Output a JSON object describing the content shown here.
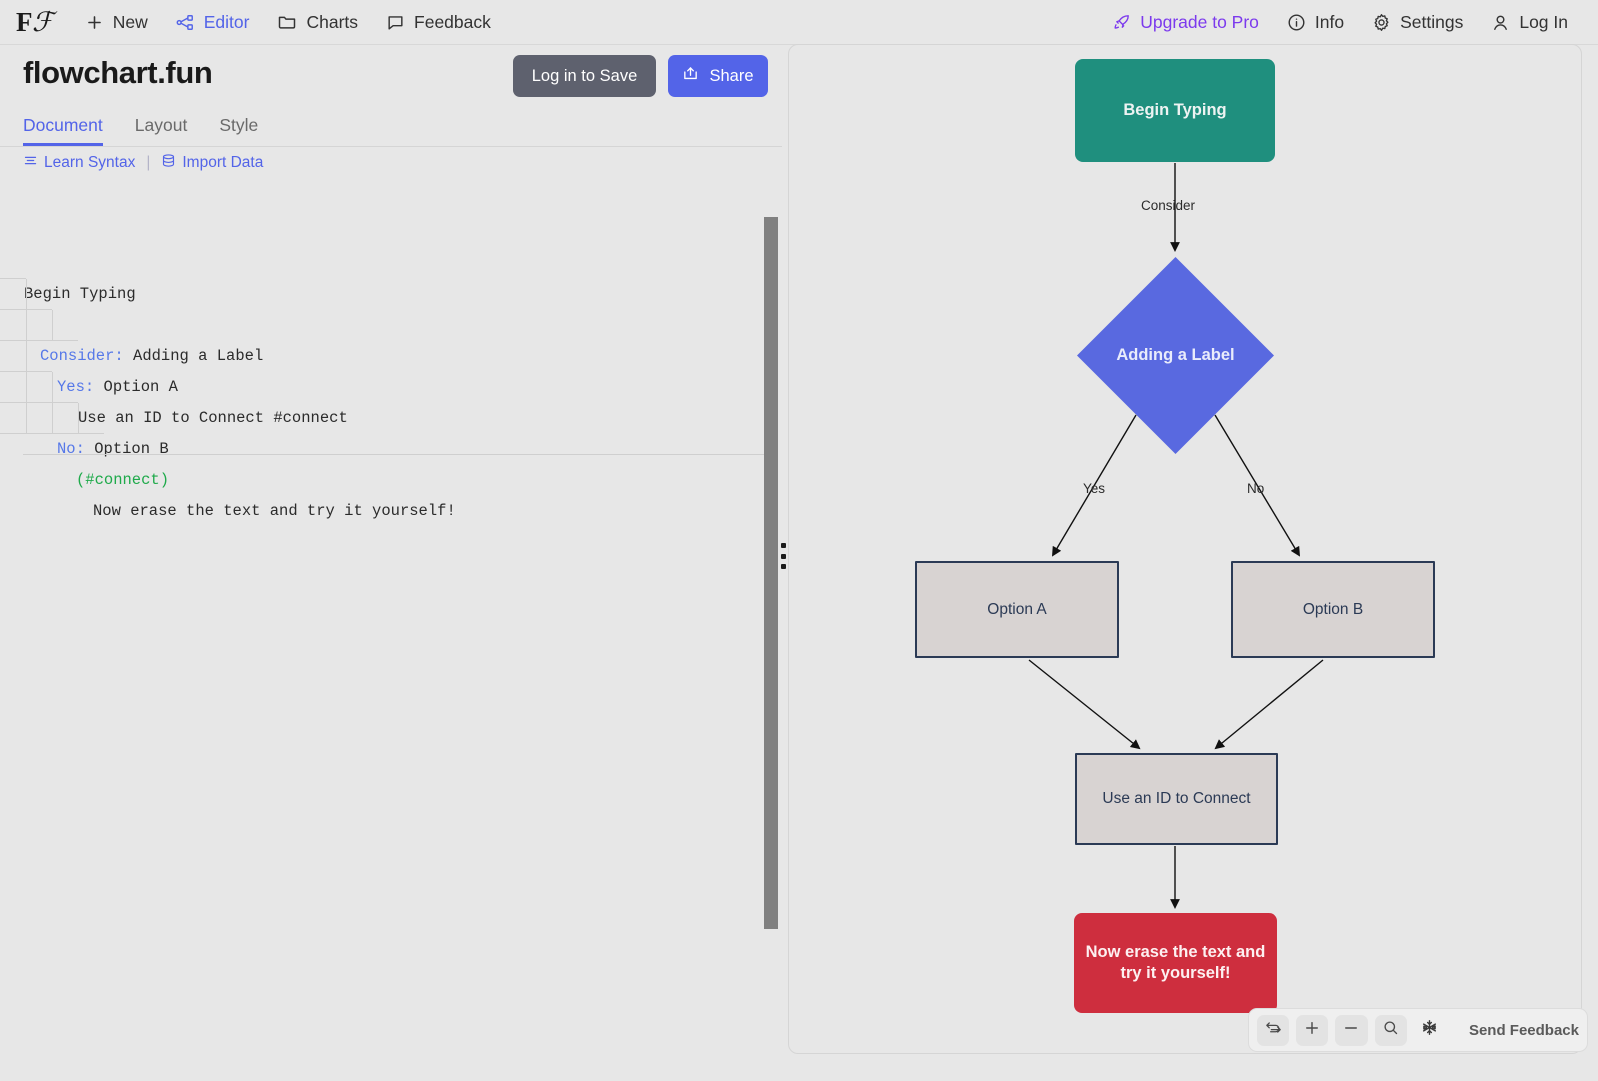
{
  "topnav": {
    "logo": "FF",
    "left_items": [
      {
        "label": "New",
        "icon": "plus-icon",
        "active": false
      },
      {
        "label": "Editor",
        "icon": "graph-icon",
        "active": true
      },
      {
        "label": "Charts",
        "icon": "folder-icon",
        "active": false
      },
      {
        "label": "Feedback",
        "icon": "chat-icon",
        "active": false
      }
    ],
    "right_items": [
      {
        "label": "Upgrade to Pro",
        "icon": "rocket-icon"
      },
      {
        "label": "Info",
        "icon": "info-icon"
      },
      {
        "label": "Settings",
        "icon": "gear-icon"
      },
      {
        "label": "Log In",
        "icon": "user-icon"
      }
    ]
  },
  "document": {
    "title": "flowchart.fun",
    "save_label": "Log in to Save",
    "share_label": "Share",
    "tabs": [
      {
        "label": "Document",
        "active": true
      },
      {
        "label": "Layout",
        "active": false
      },
      {
        "label": "Style",
        "active": false
      }
    ],
    "sublinks": [
      {
        "label": "Learn Syntax",
        "icon": "list-icon"
      },
      {
        "label": "Import Data",
        "icon": "database-icon"
      }
    ],
    "sublink_separator": "|"
  },
  "editor": {
    "lines": [
      {
        "indent": 0,
        "text": "Begin Typing",
        "keyword": "",
        "kind": "plain"
      },
      {
        "indent": 1,
        "text": "Adding a Label",
        "keyword": "Consider:",
        "kind": "keyword"
      },
      {
        "indent": 2,
        "text": "Option A",
        "keyword": "Yes:",
        "kind": "keyword"
      },
      {
        "indent": 3,
        "text": "Use an ID to Connect #connect",
        "keyword": "",
        "kind": "plain"
      },
      {
        "indent": 2,
        "text": "Option B",
        "keyword": "No:",
        "kind": "keyword"
      },
      {
        "indent": 3,
        "text": "(#connect)",
        "keyword": "",
        "kind": "id"
      },
      {
        "indent": 4,
        "text": "Now erase the text and try it yourself!",
        "keyword": "",
        "kind": "plain"
      },
      {
        "indent": 0,
        "text": "",
        "keyword": "",
        "kind": "plain"
      }
    ]
  },
  "chart_data": {
    "type": "flowchart",
    "nodes": [
      {
        "id": "start",
        "label": "Begin Typing",
        "shape": "rounded-rect",
        "fill": "#1f8f7e",
        "text_color": "#edf3f2"
      },
      {
        "id": "decide",
        "label": "Adding a Label",
        "shape": "diamond",
        "fill": "#5969e0",
        "text_color": "#e9ecfb"
      },
      {
        "id": "optA",
        "label": "Option A",
        "shape": "rect",
        "fill": "#d8d3d2",
        "text_color": "#2b3a55"
      },
      {
        "id": "optB",
        "label": "Option B",
        "shape": "rect",
        "fill": "#d8d3d2",
        "text_color": "#2b3a55"
      },
      {
        "id": "connect",
        "label": "Use an ID to Connect",
        "shape": "rect",
        "fill": "#d8d3d2",
        "text_color": "#2b3a55"
      },
      {
        "id": "end",
        "label": "Now erase the text and try it yourself!",
        "shape": "rounded-rect",
        "fill": "#ce2e3e",
        "text_color": "#fdf0f1"
      }
    ],
    "edges": [
      {
        "from": "start",
        "to": "decide",
        "label": "Consider"
      },
      {
        "from": "decide",
        "to": "optA",
        "label": "Yes"
      },
      {
        "from": "decide",
        "to": "optB",
        "label": "No"
      },
      {
        "from": "optA",
        "to": "connect",
        "label": ""
      },
      {
        "from": "optB",
        "to": "connect",
        "label": ""
      },
      {
        "from": "connect",
        "to": "end",
        "label": ""
      }
    ]
  },
  "toolbar": {
    "buttons": [
      {
        "icon": "reset-icon",
        "name": "reset-layout-button"
      },
      {
        "icon": "plus-icon",
        "name": "zoom-in-button"
      },
      {
        "icon": "minus-icon",
        "name": "zoom-out-button"
      },
      {
        "icon": "search-icon",
        "name": "zoom-fit-button"
      },
      {
        "icon": "snowflake-icon",
        "name": "freeze-button"
      }
    ],
    "feedback_label": "Send Feedback"
  }
}
